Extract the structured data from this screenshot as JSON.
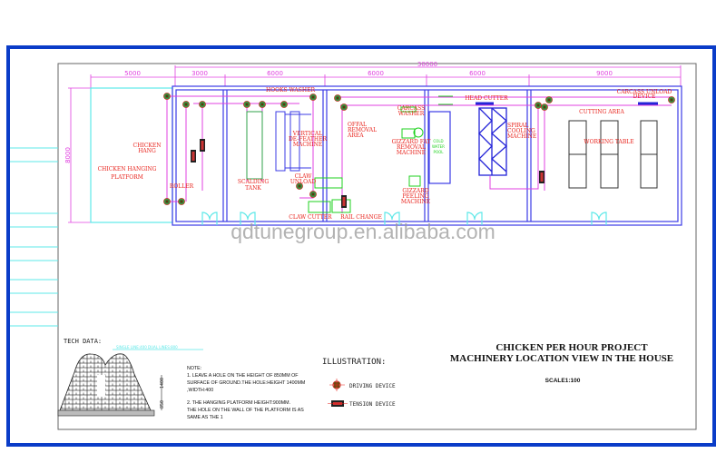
{
  "dimensions": {
    "platform_width": "5000",
    "total_length": "30000",
    "sections": [
      "3000",
      "6000",
      "6000",
      "6000",
      "9000"
    ],
    "height": "8000"
  },
  "labels": {
    "platform": [
      "CHICKEN HANGING",
      "PLATFORM"
    ],
    "chicken_hang": [
      "CHICKEN",
      "HANG"
    ],
    "hooks_washer": "HOOKS WASHER",
    "roller": "ROLLER",
    "scalding_tank": [
      "SCALDING",
      "TANK"
    ],
    "defeather": [
      "VERTICAL",
      "DE-FEATHER",
      "MACHINE"
    ],
    "claw_unload": [
      "CLAW",
      "UNLOAD"
    ],
    "claw_cutter": "CLAW CUTTER",
    "rail_change": "RAIL CHANGE",
    "offal": [
      "OFFAL",
      "REMOVAL",
      "AREA"
    ],
    "carcass_washer": [
      "CARCASS",
      "WASHER"
    ],
    "gizzard_fat": [
      "GIZZARD FAT",
      "REMOVAL",
      "MACHINE"
    ],
    "gizzard_peeling": [
      "GIZZARD",
      "PEELING",
      "MACHINE"
    ],
    "cold_water_pool": [
      "COLD",
      "WATER",
      "POOL"
    ],
    "head_cutter": "HEAD CUTTER",
    "spiral_cooling": [
      "SPIRAL",
      "COOLING",
      "MACHINE"
    ],
    "carcass_unload": [
      "CARCASS UNLOAD",
      "DEVICE"
    ],
    "cutting_area": "CUTTING AREA",
    "working_table": "WORKING TABLE"
  },
  "tech": {
    "title": "TECH DATA:",
    "lines_note": "SINGLE LINE:400 DUAL LINES:800",
    "dim_1400": "1400",
    "dim_850": "850",
    "note_title": "NOTE:",
    "note1": [
      "1.  LEAVE A HOLE ON THE HEIGHT OF 850MM OF",
      "SURFACE OF GROUND.THE HOLE:HEIGHT 1400MM",
      ",WIDTH:400"
    ],
    "note2": [
      "2.  THE HANGING PLATFORM HEIGHT:900MM.",
      "THE HOLE ON THE WALL OF THE PLATFORM IS AS",
      "SAME AS THE  1"
    ]
  },
  "illustration": {
    "title": "ILLUSTRATION:",
    "driving": "DRIVING DEVICE",
    "tension": "TENSION DEVICE"
  },
  "title_block": {
    "line1": "CHICKEN PER HOUR PROJECT",
    "line2": "MACHINERY LOCATION VIEW IN THE HOUSE",
    "scale": "SCALE1:100"
  },
  "watermark": "qdtunegroup.en.alibaba.com",
  "colors": {
    "frame": "#0a3cc8",
    "wall": "#3b3be6",
    "rail": "#e040e0",
    "platform": "#5ee8e8",
    "label": "#e8231c"
  }
}
